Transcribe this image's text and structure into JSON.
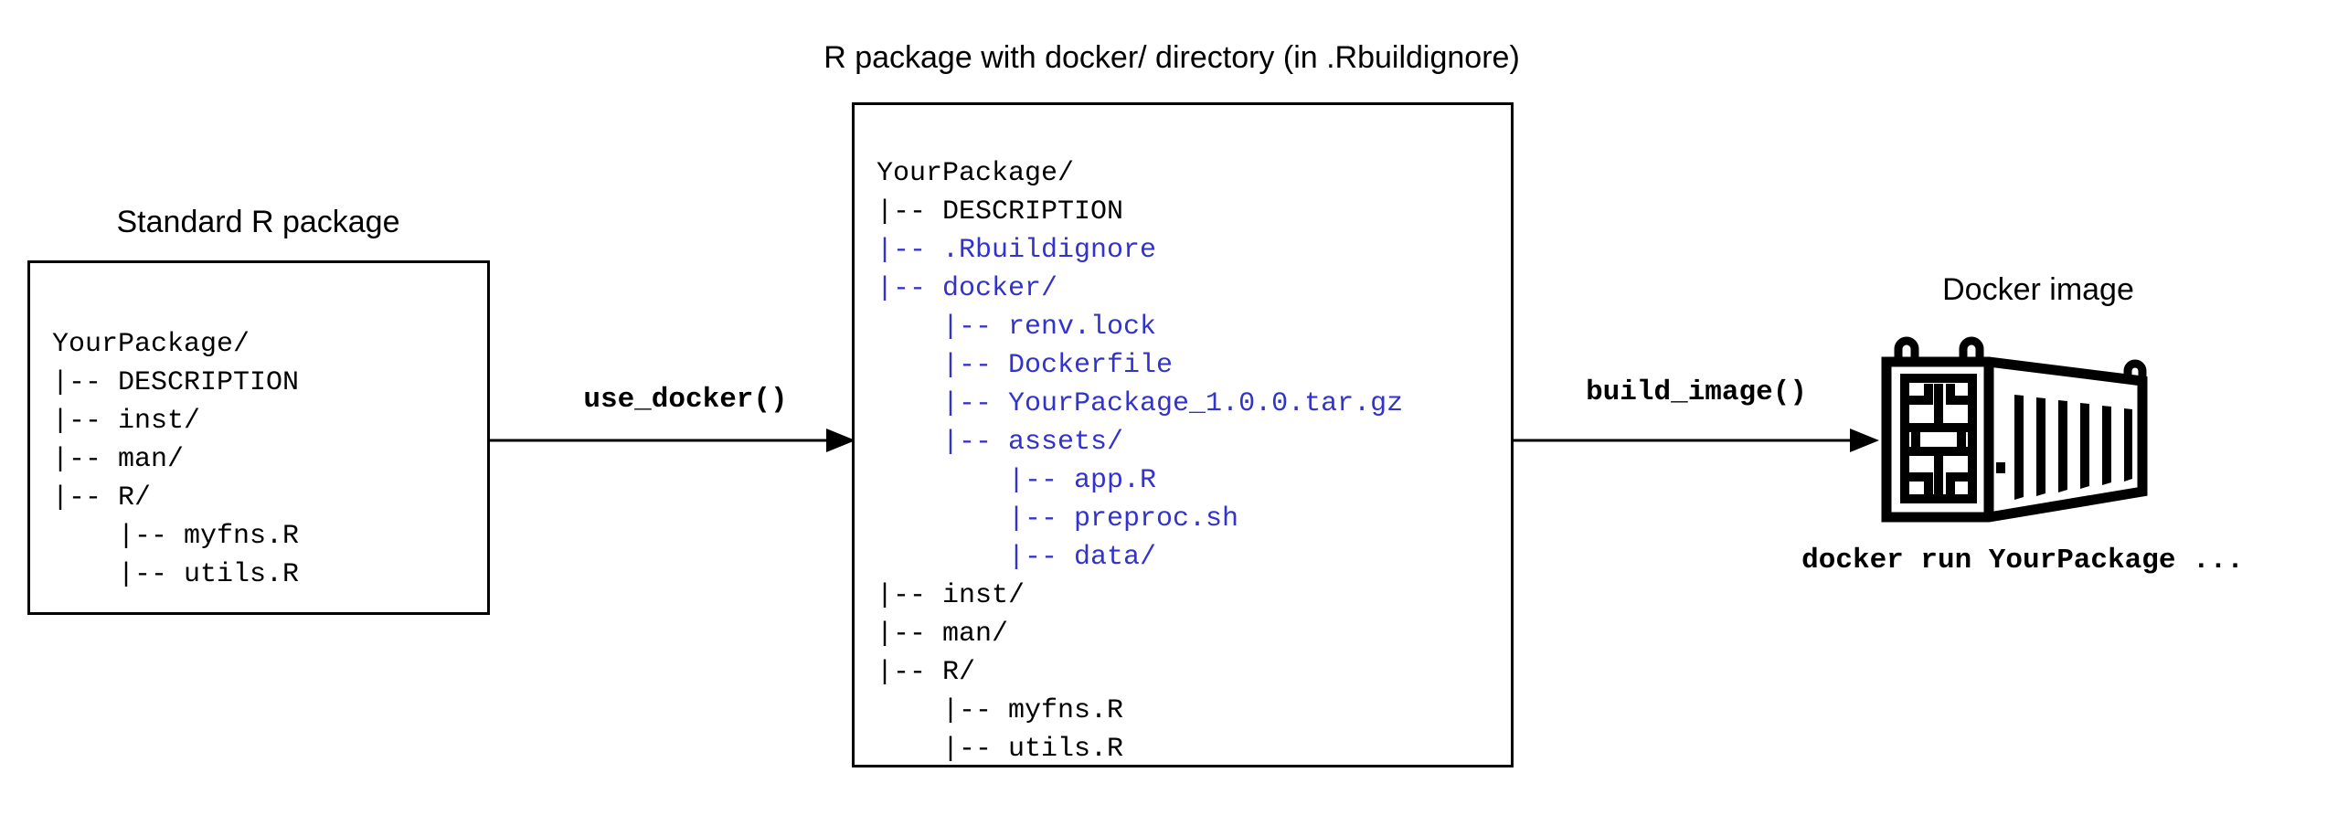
{
  "diagram": {
    "title_left": "Standard R package",
    "title_middle": "R package with docker/ directory (in .Rbuildignore)",
    "title_right": "Docker image",
    "run_command": "docker run YourPackage ..."
  },
  "arrows": [
    {
      "label": "use_docker()",
      "from": "standard-r-package",
      "to": "r-package-with-docker"
    },
    {
      "label": "build_image()",
      "from": "r-package-with-docker",
      "to": "docker-image"
    }
  ],
  "left_tree": {
    "lines": [
      {
        "text": "YourPackage/",
        "blue": false
      },
      {
        "text": "|-- DESCRIPTION",
        "blue": false
      },
      {
        "text": "|-- inst/",
        "blue": false
      },
      {
        "text": "|-- man/",
        "blue": false
      },
      {
        "text": "|-- R/",
        "blue": false
      },
      {
        "text": "    |-- myfns.R",
        "blue": false
      },
      {
        "text": "    |-- utils.R",
        "blue": false
      }
    ]
  },
  "middle_tree": {
    "lines": [
      {
        "text": "YourPackage/",
        "blue": false
      },
      {
        "text": "|-- DESCRIPTION",
        "blue": false
      },
      {
        "text": "|-- .Rbuildignore",
        "blue": true
      },
      {
        "text": "|-- docker/",
        "blue": true
      },
      {
        "text": "    |-- renv.lock",
        "blue": true
      },
      {
        "text": "    |-- Dockerfile",
        "blue": true
      },
      {
        "text": "    |-- YourPackage_1.0.0.tar.gz",
        "blue": true
      },
      {
        "text": "    |-- assets/",
        "blue": true
      },
      {
        "text": "        |-- app.R",
        "blue": true
      },
      {
        "text": "        |-- preproc.sh",
        "blue": true
      },
      {
        "text": "        |-- data/",
        "blue": true
      },
      {
        "text": "|-- inst/",
        "blue": false
      },
      {
        "text": "|-- man/",
        "blue": false
      },
      {
        "text": "|-- R/",
        "blue": false
      },
      {
        "text": "    |-- myfns.R",
        "blue": false
      },
      {
        "text": "    |-- utils.R",
        "blue": false
      }
    ]
  },
  "colors": {
    "blue_highlight": "#3232CD",
    "stroke": "#000000",
    "background": "#FFFFFF"
  },
  "icons": {
    "container": "shipping-container-icon"
  }
}
